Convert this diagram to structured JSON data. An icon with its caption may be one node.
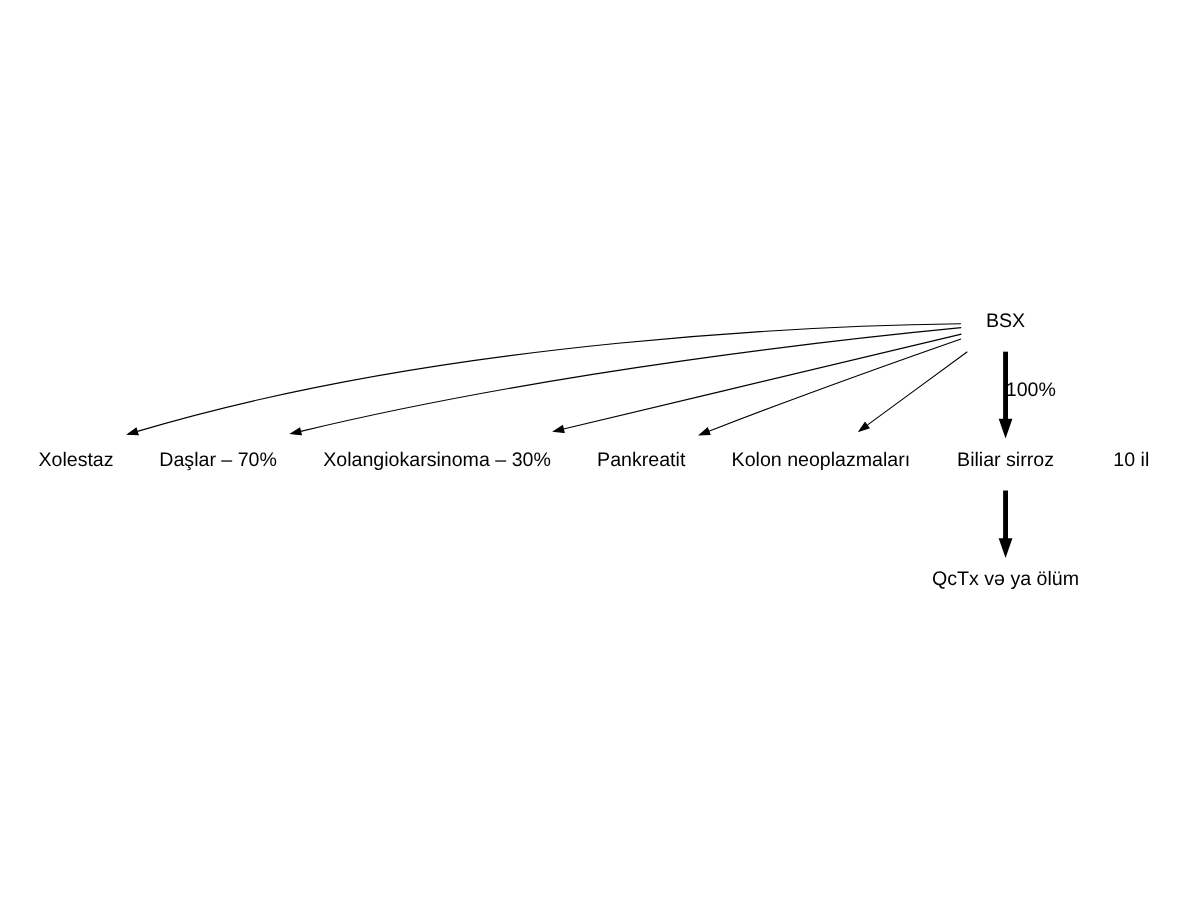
{
  "diagram": {
    "nodes": [
      {
        "text": [
          "BSX"
        ]
      },
      {
        "text": [
          "Xolestaz"
        ]
      },
      {
        "text": [
          "Daşlar – 70%"
        ]
      },
      {
        "text": [
          "Xolangiokarsinoma – 30%"
        ]
      },
      {
        "text": [
          "Pankreatit"
        ]
      },
      {
        "text": [
          "Kolon neoplazmaları"
        ]
      },
      {
        "text": [
          "Biliar sirroz"
        ]
      },
      {
        "text": [
          "QcTx və ya ölüm"
        ]
      }
    ],
    "edges": [
      {
        "from": 0,
        "to": 1,
        "arrow": "to"
      },
      {
        "from": 0,
        "to": 2,
        "arrow": "to"
      },
      {
        "from": 0,
        "to": 3,
        "arrow": "to"
      },
      {
        "from": 0,
        "to": 4,
        "arrow": "to"
      },
      {
        "from": 0,
        "to": 5,
        "arrow": "to"
      },
      {
        "from": 0,
        "to": 6,
        "arrow": "to",
        "label": "100%",
        "style": "thick"
      },
      {
        "from": 6,
        "to": 7,
        "arrow": "to",
        "style": "thick"
      }
    ],
    "labels": [
      "10 il"
    ]
  }
}
